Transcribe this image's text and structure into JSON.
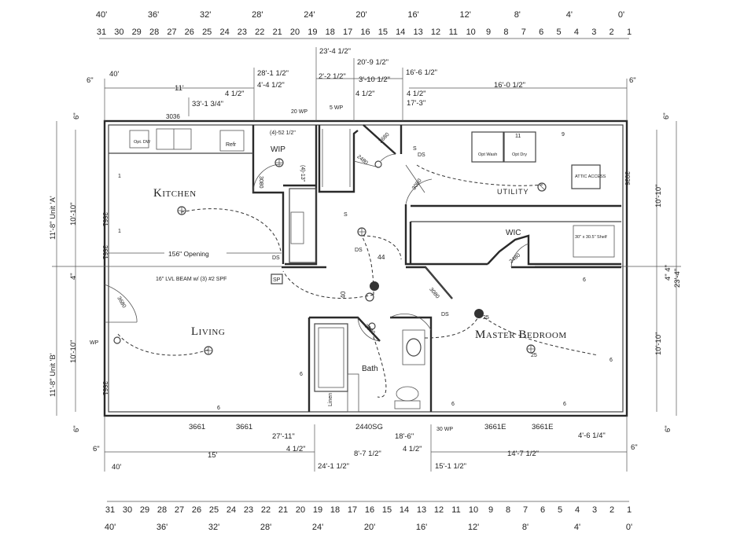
{
  "ruler_top": {
    "feet": [
      "40'",
      "36'",
      "32'",
      "28'",
      "24'",
      "20'",
      "16'",
      "12'",
      "8'",
      "4'",
      "0'"
    ],
    "numbers": [
      "31",
      "30",
      "29",
      "28",
      "27",
      "26",
      "25",
      "24",
      "23",
      "22",
      "21",
      "20",
      "19",
      "18",
      "17",
      "16",
      "15",
      "14",
      "13",
      "12",
      "11",
      "10",
      "9",
      "8",
      "7",
      "6",
      "5",
      "4",
      "3",
      "2",
      "1"
    ]
  },
  "ruler_bottom": {
    "feet": [
      "40'",
      "36'",
      "32'",
      "28'",
      "24'",
      "20'",
      "16'",
      "12'",
      "8'",
      "4'",
      "0'"
    ],
    "numbers": [
      "31",
      "30",
      "29",
      "28",
      "27",
      "26",
      "25",
      "24",
      "23",
      "22",
      "21",
      "20",
      "19",
      "18",
      "17",
      "16",
      "15",
      "14",
      "13",
      "12",
      "11",
      "10",
      "9",
      "8",
      "7",
      "6",
      "5",
      "4",
      "3",
      "2",
      "1"
    ]
  },
  "rooms": {
    "kitchen": "Kitchen",
    "living": "Living",
    "master_bedroom": "Master Bedroom",
    "utility": "Utility",
    "wip": "WIP",
    "wic": "WIC",
    "bath": "Bath"
  },
  "notes": {
    "opening": "156\" Opening",
    "beam": "16\" LVL BEAM w/ (3) #2 SPF",
    "sp": "SP",
    "attic_access": "ATTIC ACCESS",
    "shelf": "30\" x 30.5\" Shelf",
    "refr": "Refr",
    "dw": "Opt. DW",
    "opt_wash": "Opt Wash",
    "opt_dry": "Opt Dry",
    "shelving": "(4)-52 1/2\"",
    "shelf_vert": "(4)-13\"",
    "linen": "Linen",
    "twenty_wp": "20 WP",
    "five_wp": "5 WP",
    "wp": "WP",
    "thirty_wp": "30 WP",
    "forty_four": "44",
    "forty": "40"
  },
  "dims_top": {
    "d_40": "40'",
    "d_6_left": "6\"",
    "d_6_right": "6\"",
    "d_11": "11'",
    "d_28_1_5": "28'-1 1/2\"",
    "d_4_4_5": "4'-4 1/2\"",
    "d_4_5_a": "4 1/2\"",
    "d_4_5_b": "4 1/2\"",
    "d_4_5_c": "4 1/2\"",
    "d_33_1_75": "33'-1 3/4\"",
    "d_23_4_5": "23'-4 1/2\"",
    "d_20_9_5": "20'-9 1/2\"",
    "d_2_2_5": "2'-2 1/2\"",
    "d_3_10_5": "3'-10 1/2\"",
    "d_16_6_5": "16'-6 1/2\"",
    "d_16_0_5": "16'-0 1/2\"",
    "d_17_3": "17'-3\"",
    "d_3036": "3036"
  },
  "dims_bottom": {
    "d_3661_a": "3661",
    "d_3661_b": "3661",
    "d_2440sg": "2440SG",
    "d_3661e_a": "3661E",
    "d_3661e_b": "3661E",
    "d_27_11": "27'-11\"",
    "d_18_6": "18'-6\"",
    "d_4_6_25": "4'-6 1/4\"",
    "d_4_5_a": "4 1/2\"",
    "d_4_5_b": "4 1/2\"",
    "d_15": "15'",
    "d_8_7_5": "8'-7 1/2\"",
    "d_14_7_5": "14'-7 1/2\"",
    "d_6_left": "6\"",
    "d_6_right": "6\"",
    "d_40": "40'",
    "d_24_1_5": "24'-1 1/2\"",
    "d_15_1_5": "15'-1 1/2\""
  },
  "dims_left": {
    "unit_a": "11'-8\" Unit 'A'",
    "unit_b": "11'-8\" Unit 'B'",
    "d_10_10_a": "10'-10\"",
    "d_10_10_b": "10'-10\"",
    "d_4": "4\"",
    "d_6_top": "6\"",
    "d_6_bot": "6\"",
    "w_3661_a": "3661",
    "w_3661_b": "3661",
    "w_3661_c": "3661",
    "w_3680": "3680"
  },
  "dims_right": {
    "d_10_10_a": "10'-10\"",
    "d_10_10_b": "10'-10\"",
    "d_4_4": "4\" 4\"",
    "d_23_4": "23'-4\"",
    "d_6_top": "6\"",
    "d_6_bot": "6\"",
    "w_3036": "3036"
  },
  "doors": {
    "d_3080_a": "3080",
    "d_3080_b": "3080",
    "d_3080_c": "3080",
    "d_3080_d": "3080",
    "d_2480": "2480",
    "d_2480_b": "2480",
    "d_2680": "2680",
    "d_3680": "3680"
  },
  "outlet_labels": {
    "s": "S",
    "ds": "DS",
    "six": "6",
    "nine": "9",
    "eleven": "11",
    "twentyfive": "25",
    "one": "1"
  }
}
